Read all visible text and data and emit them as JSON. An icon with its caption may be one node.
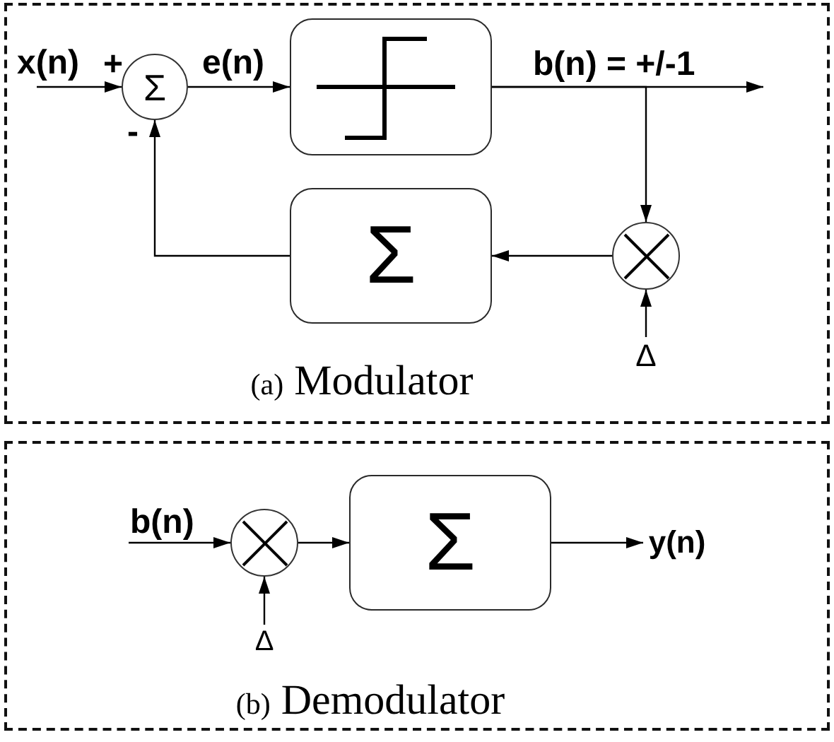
{
  "diagram": {
    "nodes": [
      {
        "text": [
          "(a) Modulator"
        ]
      },
      {
        "text": [
          "Σ"
        ],
        "in": 0,
        "beside": [
          "+",
          "-"
        ]
      },
      {
        "text": [],
        "shape": "box",
        "in": 0
      },
      {
        "text": [
          "Σ"
        ],
        "in": 0
      },
      {
        "text": [],
        "shape": "circle",
        "in": 0
      },
      {
        "text": [
          "Δ"
        ],
        "in": 0
      },
      {
        "text": [
          "(b) Demodulator"
        ]
      },
      {
        "text": [],
        "shape": "circle",
        "in": 6
      },
      {
        "text": [
          "Σ"
        ],
        "in": 6
      },
      {
        "text": [
          "y(n)"
        ],
        "in": 6
      },
      {
        "text": [
          "Δ"
        ],
        "in": 6
      }
    ],
    "edges": [
      {
        "from": null,
        "to": 1,
        "arrow": "to",
        "label": "x(n)"
      },
      {
        "from": 1,
        "to": 2,
        "arrow": "to",
        "label": "e(n)"
      },
      {
        "from": 2,
        "to": null,
        "arrow": "to",
        "label": "b(n) = +/-1"
      },
      {
        "from": 2,
        "to": 4,
        "arrow": "to"
      },
      {
        "from": 4,
        "to": 3,
        "arrow": "to"
      },
      {
        "from": 5,
        "to": 4,
        "arrow": "to"
      },
      {
        "from": 3,
        "to": 1,
        "arrow": "to"
      },
      {
        "from": null,
        "to": 7,
        "arrow": "to",
        "label": "b(n)"
      },
      {
        "from": 7,
        "to": 8,
        "arrow": "to"
      },
      {
        "from": 8,
        "to": 9,
        "arrow": "to"
      },
      {
        "from": 10,
        "to": 7,
        "arrow": "to"
      }
    ]
  }
}
